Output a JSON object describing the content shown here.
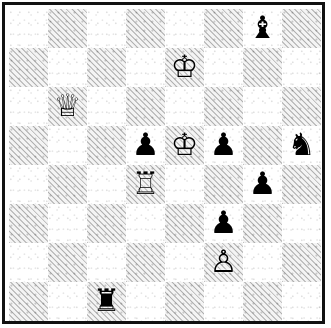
{
  "board": {
    "squares": [
      [
        "",
        "",
        "",
        "",
        "",
        "",
        "♝",
        ""
      ],
      [
        "",
        "",
        "",
        "",
        "♔",
        "",
        "",
        ""
      ],
      [
        "",
        "♕",
        "",
        "",
        "",
        "",
        "",
        ""
      ],
      [
        "",
        "",
        "",
        "♟",
        "♔",
        "♟",
        "",
        "♞"
      ],
      [
        "",
        "",
        "",
        "♖",
        "",
        "",
        "♟",
        ""
      ],
      [
        "",
        "",
        "",
        "",
        "",
        "♟",
        "",
        ""
      ],
      [
        "",
        "",
        "",
        "",
        "",
        "♙",
        "",
        ""
      ],
      [
        "",
        "",
        "♜",
        "",
        "",
        "",
        "",
        ""
      ]
    ],
    "piece_names": [
      [
        "",
        "",
        "",
        "",
        "",
        "",
        "black-bishop",
        ""
      ],
      [
        "",
        "",
        "",
        "",
        "white-king",
        "",
        "",
        ""
      ],
      [
        "",
        "white-queen",
        "",
        "",
        "",
        "",
        "",
        ""
      ],
      [
        "",
        "",
        "",
        "black-pawn",
        "white-king-crowned",
        "black-pawn",
        "",
        "black-knight"
      ],
      [
        "",
        "",
        "",
        "white-rook",
        "",
        "",
        "black-pawn",
        ""
      ],
      [
        "",
        "",
        "",
        "",
        "",
        "black-pawn",
        "",
        ""
      ],
      [
        "",
        "",
        "",
        "",
        "",
        "white-pawn",
        "",
        ""
      ],
      [
        "",
        "",
        "black-rook",
        "",
        "",
        "",
        "",
        ""
      ]
    ]
  },
  "colors": {
    "light_square": "#ffffff",
    "dark_square_hatch": "#000000",
    "border": "#111111"
  }
}
